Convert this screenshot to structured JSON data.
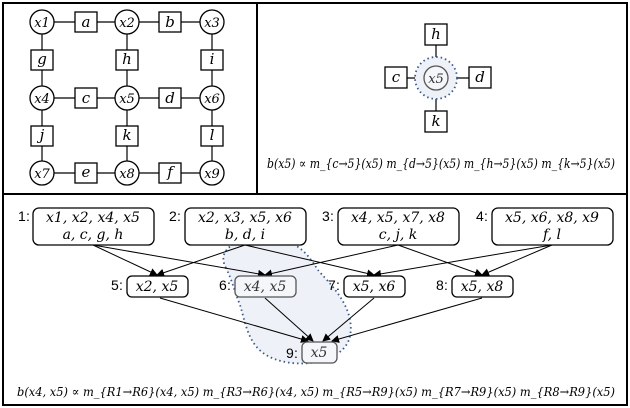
{
  "factor_graph": {
    "variables": [
      "x1",
      "x2",
      "x3",
      "x4",
      "x5",
      "x6",
      "x7",
      "x8",
      "x9"
    ],
    "factors": [
      "a",
      "b",
      "g",
      "h",
      "i",
      "c",
      "d",
      "j",
      "k",
      "l",
      "e",
      "f"
    ]
  },
  "local_neighborhood": {
    "center": "x5",
    "factors": [
      "h",
      "c",
      "d",
      "k"
    ],
    "belief_formula": "b(x5) ∝ m_{c→5}(x5) m_{d→5}(x5) m_{h→5}(x5) m_{k→5}(x5)"
  },
  "region_graph": {
    "regions": [
      {
        "id": "1",
        "vars": "x1, x2, x4, x5",
        "factors": "a, c, g, h"
      },
      {
        "id": "2",
        "vars": "x2, x3, x5, x6",
        "factors": "b, d, i"
      },
      {
        "id": "3",
        "vars": "x4, x5, x7, x8",
        "factors": "c, j, k"
      },
      {
        "id": "4",
        "vars": "x5, x6, x8, x9",
        "factors": "f, l"
      },
      {
        "id": "5",
        "vars": "x2, x5",
        "factors": ""
      },
      {
        "id": "6",
        "vars": "x4, x5",
        "factors": ""
      },
      {
        "id": "7",
        "vars": "x5, x6",
        "factors": ""
      },
      {
        "id": "8",
        "vars": "x5, x8",
        "factors": ""
      },
      {
        "id": "9",
        "vars": "x5",
        "factors": ""
      }
    ],
    "belief_formula": "b(x4, x5) ∝ m_{R1→R6}(x4, x5) m_{R3→R6}(x4, x5) m_{R5→R9}(x5) m_{R7→R9}(x5) m_{R8→R9}(x5)"
  }
}
